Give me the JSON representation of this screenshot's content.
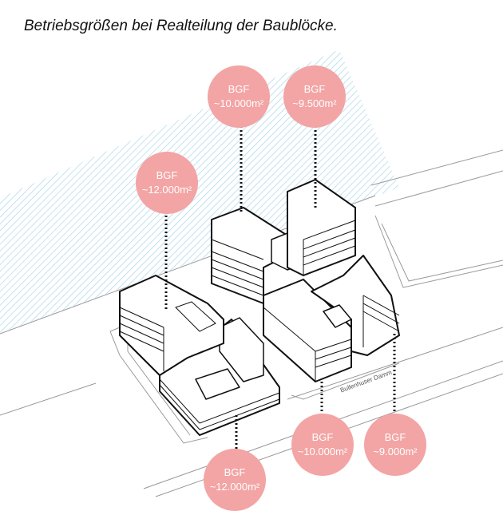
{
  "title": "Betriebsgrößen bei Realteilung der Baublöcke.",
  "street_name": "Bullenhuser Damm",
  "colors": {
    "bubble": "#f3a4a4",
    "bubble_text": "#ffffff",
    "water": "#a9d6ea",
    "building_line": "#111111",
    "road_line": "#9a9a9a"
  },
  "bubbles": [
    {
      "id": "nw-block",
      "line1": "BGF",
      "line2": "~12.000m²"
    },
    {
      "id": "north-west-block",
      "line1": "BGF",
      "line2": "~10.000m²"
    },
    {
      "id": "north-east-block",
      "line1": "BGF",
      "line2": "~9.500m²"
    },
    {
      "id": "south-west-block",
      "line1": "BGF",
      "line2": "~12.000m²"
    },
    {
      "id": "south-middle-block",
      "line1": "BGF",
      "line2": "~10.000m²"
    },
    {
      "id": "south-east-block",
      "line1": "BGF",
      "line2": "~9.000m²"
    }
  ]
}
